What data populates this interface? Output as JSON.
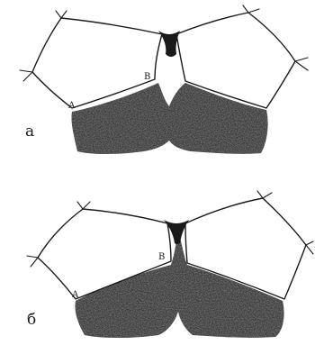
{
  "panels": [
    {
      "label": "а",
      "points": {
        "a": "A",
        "b": "B"
      }
    },
    {
      "label": "б",
      "points": {
        "a": "A",
        "b": "B"
      }
    }
  ]
}
